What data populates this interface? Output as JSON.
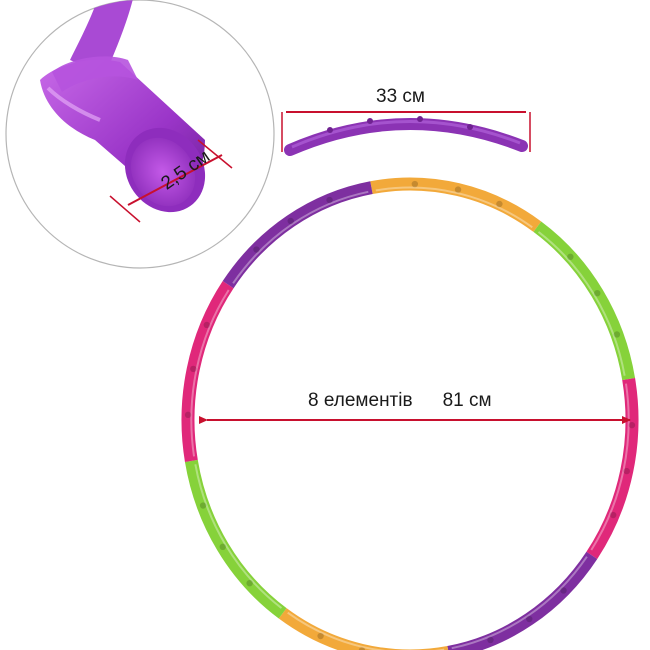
{
  "labels": {
    "segment_length": "33 см",
    "element_count": "8 елементів",
    "diameter": "81 см",
    "tube_diameter": "2,5 см"
  },
  "colors": {
    "purple": "#7e2fa0",
    "pink": "#e0287a",
    "green": "#86d23a",
    "orange": "#f2a93a",
    "tube_purple": "#a53fd0",
    "arrow_red": "#c8102e"
  }
}
